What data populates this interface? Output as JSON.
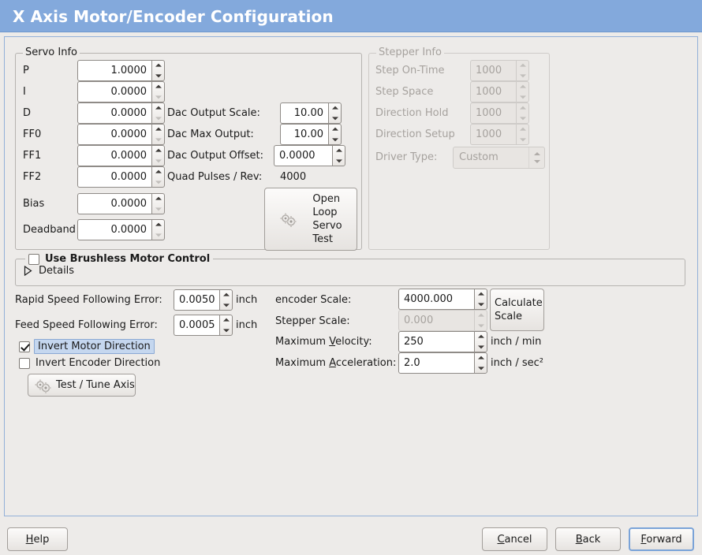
{
  "window": {
    "title": "X Axis Motor/Encoder Configuration",
    "title_bg": "#83a9dc",
    "bg": "#edebe9",
    "frame_border": "#93b0d8"
  },
  "servo_info": {
    "legend": "Servo Info",
    "fields": [
      {
        "label": "P",
        "value": "1.0000"
      },
      {
        "label": "I",
        "value": "0.0000"
      },
      {
        "label": "D",
        "value": "0.0000"
      },
      {
        "label": "FF0",
        "value": "0.0000"
      },
      {
        "label": "FF1",
        "value": "0.0000"
      },
      {
        "label": "FF2",
        "value": "0.0000"
      },
      {
        "label": "Bias",
        "value": "0.0000"
      },
      {
        "label": "Deadband",
        "value": "0.0000"
      }
    ],
    "dac": [
      {
        "label": "Dac Output Scale:",
        "value": "10.00"
      },
      {
        "label": "Dac Max Output:",
        "value": "10.00"
      },
      {
        "label": "Dac Output Offset:",
        "value": "0.0000"
      }
    ],
    "quad_pulses_label": "Quad Pulses / Rev:",
    "quad_pulses_value": "4000",
    "open_loop_button": "Open\nLoop\nServo\nTest",
    "open_loop_lines": [
      "Open",
      "Loop",
      "Servo",
      "Test"
    ],
    "open_loop_icon": "gears-icon"
  },
  "stepper_info": {
    "legend": "Stepper Info",
    "disabled": true,
    "fields": [
      {
        "label": "Step On-Time",
        "value": "1000"
      },
      {
        "label": "Step Space",
        "value": "1000"
      },
      {
        "label": "Direction Hold",
        "value": "1000"
      },
      {
        "label": "Direction Setup",
        "value": "1000"
      }
    ],
    "driver_type_label": "Driver Type:",
    "driver_type_value": "Custom"
  },
  "brushless": {
    "checkbox_label": "Use Brushless Motor Control",
    "checked": false,
    "details_label": "Details",
    "details_expanded": false
  },
  "following_errors": [
    {
      "label": "Rapid Speed Following Error:",
      "value": "0.0050",
      "unit": "inch"
    },
    {
      "label": "Feed Speed Following Error:",
      "value": "0.0005",
      "unit": "inch"
    }
  ],
  "invert": {
    "motor_label": "Invert Motor Direction",
    "motor_checked": true,
    "motor_focused": true,
    "encoder_label": "Invert Encoder Direction",
    "encoder_checked": false
  },
  "test_tune_button": {
    "label": "Test / Tune Axis",
    "icon": "gears-icon"
  },
  "scales": {
    "encoder_scale_label": "encoder Scale:",
    "encoder_scale_value": "4000.000",
    "stepper_scale_label": "Stepper Scale:",
    "stepper_scale_value": "0.000",
    "stepper_scale_disabled": true,
    "calculate_button_lines": [
      "Calculate",
      "Scale"
    ],
    "max_velocity_label_pre": "Maximum ",
    "max_velocity_label_mn": "V",
    "max_velocity_label_post": "elocity:",
    "max_velocity_value": "250",
    "max_velocity_unit": "inch / min",
    "max_accel_label_pre": "Maximum ",
    "max_accel_label_mn": "A",
    "max_accel_label_post": "cceleration:",
    "max_accel_value": "2.0",
    "max_accel_unit": "inch / sec²"
  },
  "footer": {
    "help": {
      "pre": "",
      "mn": "H",
      "post": "elp"
    },
    "cancel": {
      "pre": "",
      "mn": "C",
      "post": "ancel"
    },
    "back": {
      "pre": "",
      "mn": "B",
      "post": "ack"
    },
    "forward": {
      "pre": "",
      "mn": "F",
      "post": "orward",
      "focused": true
    }
  }
}
